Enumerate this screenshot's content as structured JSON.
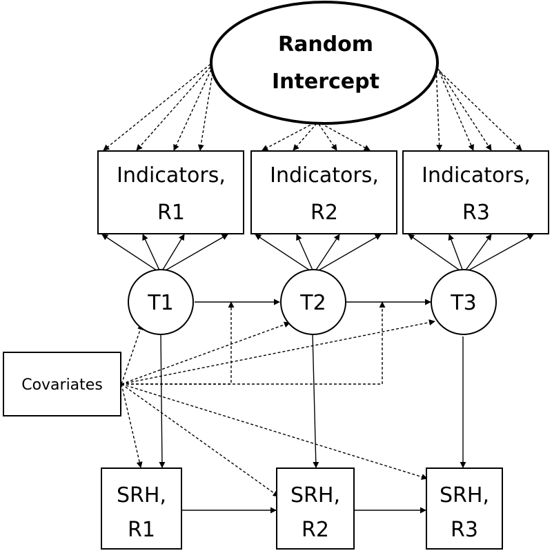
{
  "random_intercept": {
    "line1": "Random",
    "line2": "Intercept"
  },
  "indicators": [
    {
      "line1": "Indicators,",
      "line2": "R1"
    },
    {
      "line1": "Indicators,",
      "line2": "R2"
    },
    {
      "line1": "Indicators,",
      "line2": "R3"
    }
  ],
  "traits": [
    "T1",
    "T2",
    "T3"
  ],
  "covariates": "Covariates",
  "srh": [
    {
      "line1": "SRH,",
      "line2": "R1"
    },
    {
      "line1": "SRH,",
      "line2": "R2"
    },
    {
      "line1": "SRH,",
      "line2": "R3"
    }
  ]
}
